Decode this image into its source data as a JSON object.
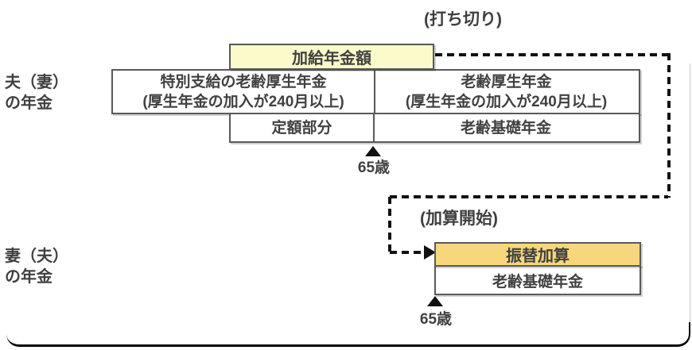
{
  "colors": {
    "pale_yellow": "#FBFACB",
    "gold": "#F6D77C",
    "box_border": "#595959",
    "text": "#404040",
    "dash": "#111111",
    "frame": "#000000"
  },
  "labels": {
    "husband_pension_line1": "夫（妻）",
    "husband_pension_line2": "の年金",
    "wife_pension_line1": "妻（夫）",
    "wife_pension_line2": "の年金",
    "cutoff": "(打ち切り)",
    "addition_start": "(加算開始)",
    "age_65_top": "65歳",
    "age_65_bottom": "65歳"
  },
  "top_diagram": {
    "additional_pension": "加給年金額",
    "special_employee_pension_line1": "特別支給の老齢厚生年金",
    "special_employee_pension_line2": "(厚生年金の加入が240月以上)",
    "employee_pension_line1": "老齢厚生年金",
    "employee_pension_line2": "(厚生年金の加入が240月以上)",
    "fixed_portion": "定額部分",
    "basic_pension": "老齢基礎年金"
  },
  "bottom_diagram": {
    "transfer_addition": "振替加算",
    "basic_pension": "老齢基礎年金"
  }
}
